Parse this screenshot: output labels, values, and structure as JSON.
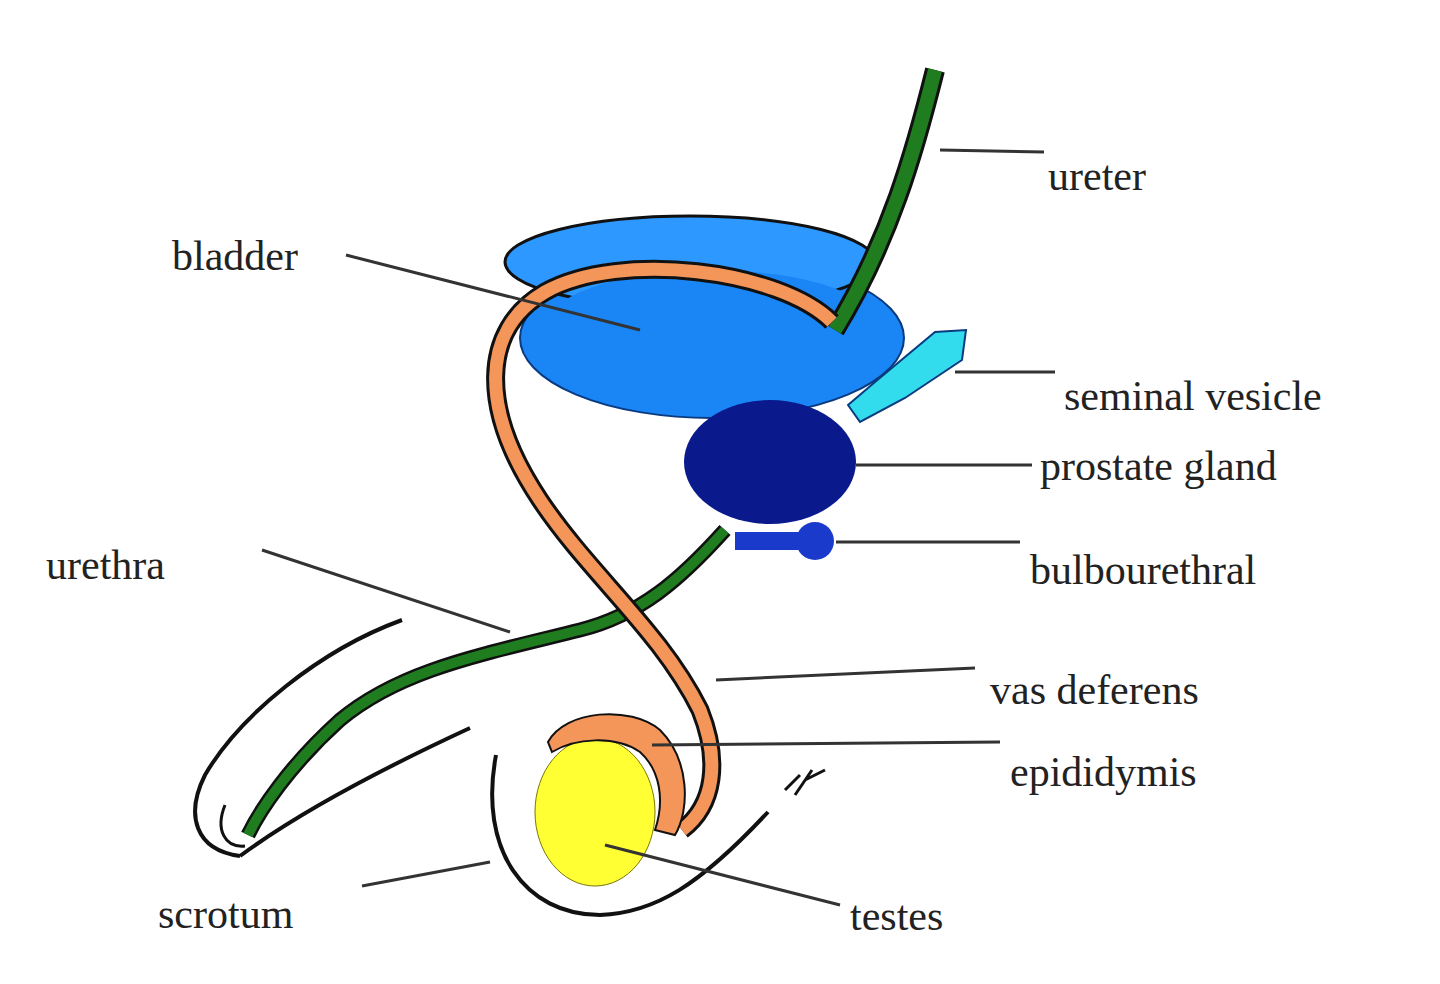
{
  "diagram": {
    "labels": [
      "ureter",
      "bladder",
      "seminal vesicle",
      "prostate gland",
      "bulbourethral",
      "urethra",
      "vas deferens",
      "epididymis",
      "scrotum",
      "testes"
    ]
  }
}
